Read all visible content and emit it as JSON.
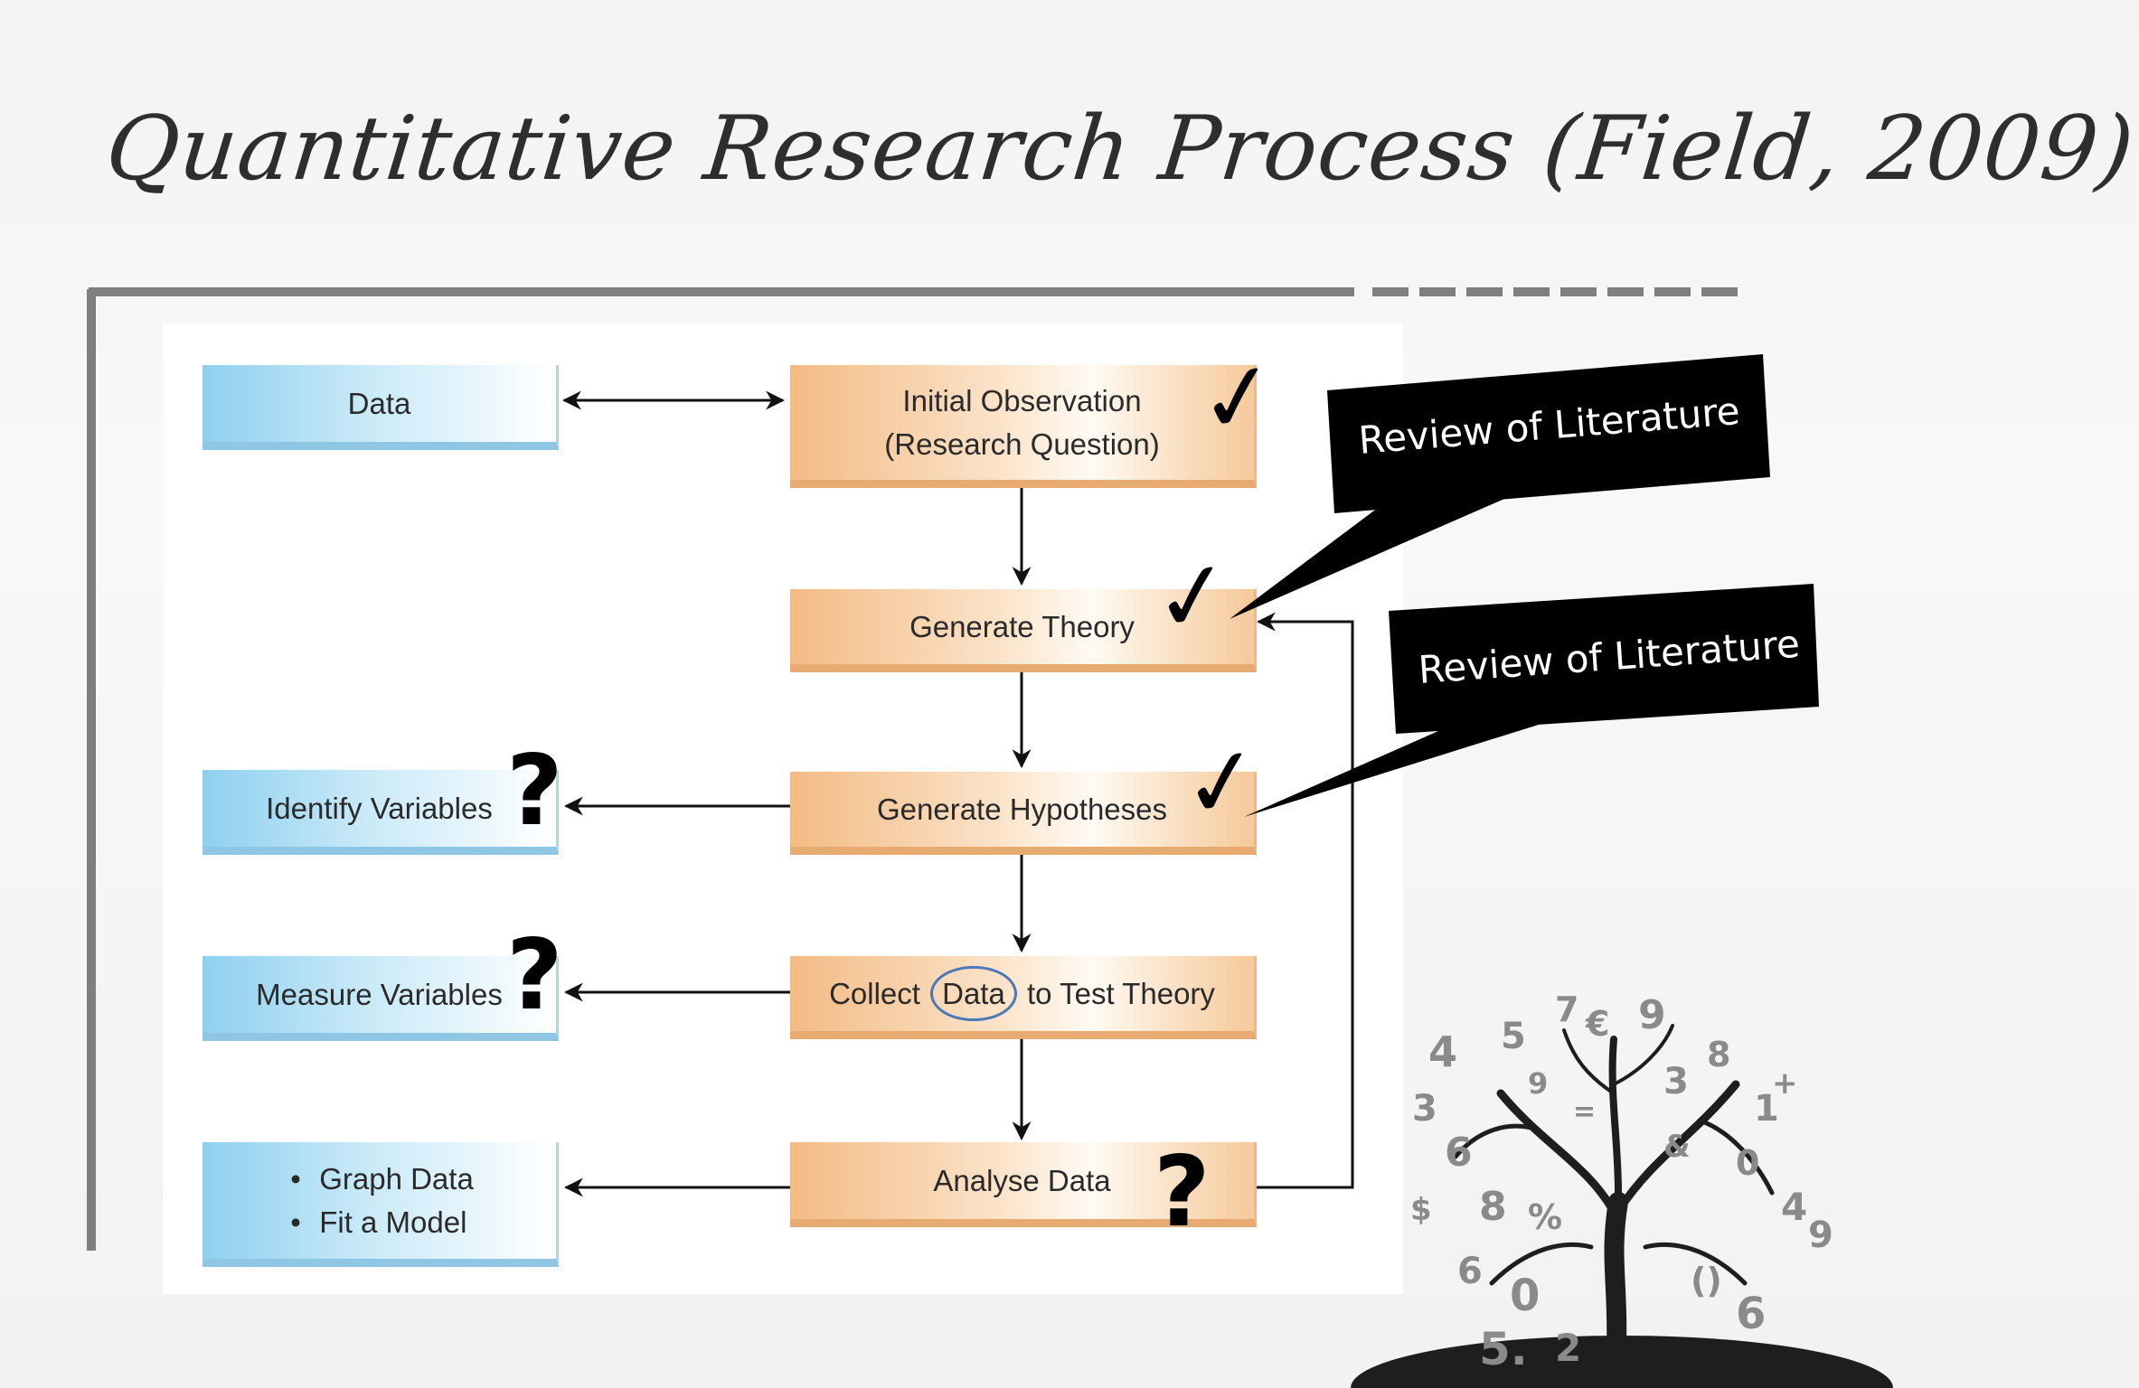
{
  "slide": {
    "title": "Quantitative Research Process (Field, 2009)"
  },
  "flowchart": {
    "left_boxes": {
      "data": "Data",
      "identify": "Identify Variables",
      "measure": "Measure Variables",
      "analysis_items": [
        "Graph Data",
        "Fit a Model"
      ]
    },
    "main_boxes": {
      "observation_line1": "Initial Observation",
      "observation_line2": "(Research Question)",
      "theory": "Generate Theory",
      "hypotheses": "Generate Hypotheses",
      "collect_before": "Collect",
      "collect_highlight": "Data",
      "collect_after": "to Test Theory",
      "analyse": "Analyse Data"
    }
  },
  "annotations": {
    "callout_1": "Review of Literature",
    "callout_2": "Review of Literature",
    "check_mark": "✓",
    "question_mark": "?"
  }
}
